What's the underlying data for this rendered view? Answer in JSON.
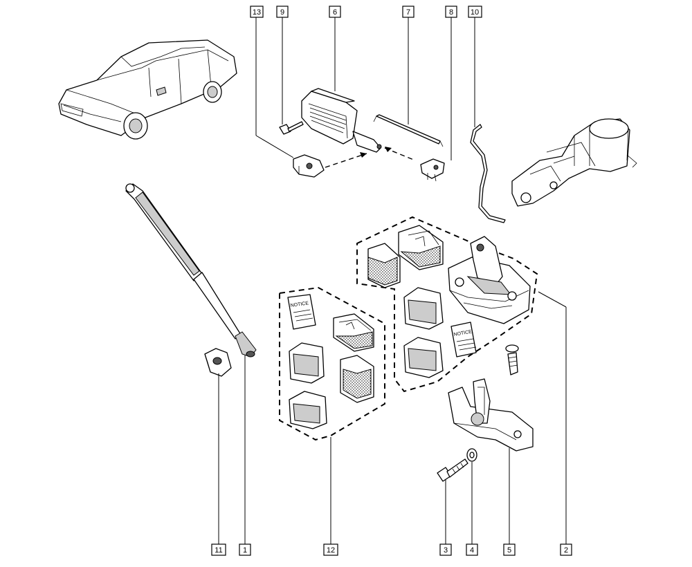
{
  "callouts": {
    "c1": "1",
    "c2": "2",
    "c3": "3",
    "c4": "4",
    "c5": "5",
    "c6": "6",
    "c7": "7",
    "c8": "8",
    "c9": "9",
    "c10": "10",
    "c11": "11",
    "c12": "12",
    "c13": "13"
  },
  "leaflet_text": "NOTICE",
  "icons": {
    "car": "sedan-car-icon",
    "strut": "gas-strut-icon",
    "lock": "lock-latch-icon",
    "striker": "striker-icon"
  }
}
